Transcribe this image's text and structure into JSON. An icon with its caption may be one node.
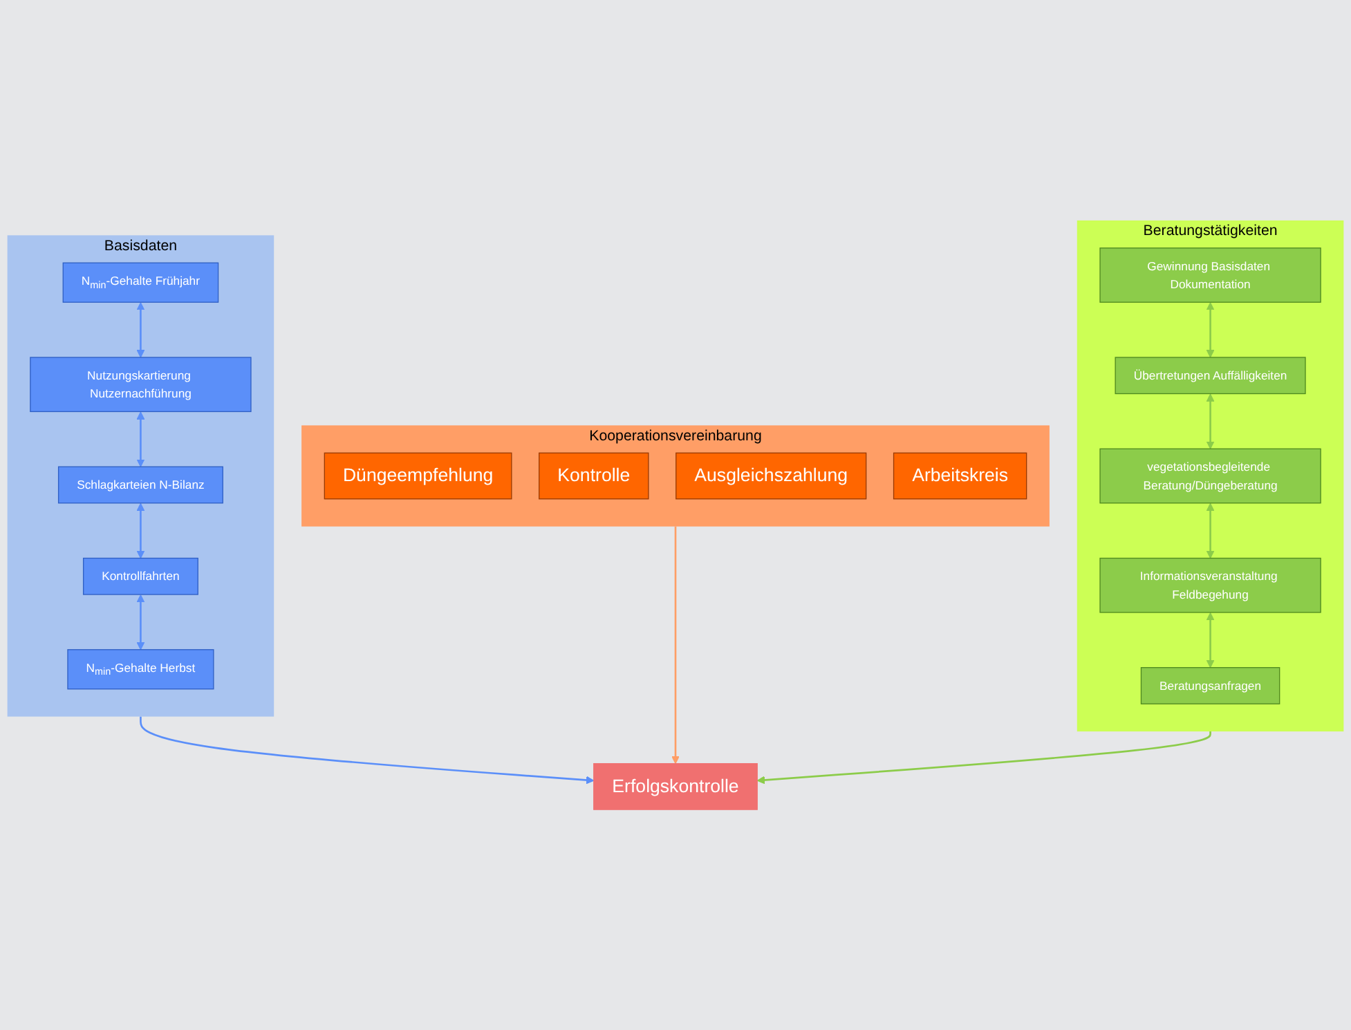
{
  "diagram": {
    "nodes": [
      {
        "text": [
          "Basisdaten"
        ]
      },
      {
        "text": [
          "N$_{min}$-Gehalte Frühjahr"
        ],
        "in": 0
      },
      {
        "text": [
          "Nutzungskartierung Nutzernachführung"
        ],
        "in": 0
      },
      {
        "text": [
          "Schlagkarteien N-Bilanz"
        ],
        "in": 0
      },
      {
        "text": [
          "Kontrollfahrten"
        ],
        "in": 0
      },
      {
        "text": [
          "N$_{min}$-Gehalte Herbst"
        ],
        "in": 0
      },
      {
        "text": [
          "Kooperationsvereinbarung"
        ]
      },
      {
        "text": [
          "Düngeempfehlung"
        ],
        "in": 6
      },
      {
        "text": [
          "Kontrolle"
        ],
        "in": 6
      },
      {
        "text": [
          "Ausgleichszahlung"
        ],
        "in": 6
      },
      {
        "text": [
          "Arbeitskreis"
        ],
        "in": 6
      },
      {
        "text": [
          "Beratungstätigkeiten"
        ]
      },
      {
        "text": [
          "Gewinnung Basisdaten Dokumentation"
        ],
        "in": 11
      },
      {
        "text": [
          "Übertretungen Auffälligkeiten"
        ],
        "in": 11
      },
      {
        "text": [
          "vegetationsbegleitende Beratung/Düngeberatung"
        ],
        "in": 11
      },
      {
        "text": [
          "Informationsveranstaltung Feldbegehung"
        ],
        "in": 11
      },
      {
        "text": [
          "Beratungsanfragen"
        ],
        "in": 11
      },
      {
        "text": [
          "Erfolgskontrolle"
        ]
      }
    ],
    "edges": [
      {
        "from": 1,
        "to": 2,
        "arrow": "both",
        "color": "#5b8ff9"
      },
      {
        "from": 2,
        "to": 3,
        "arrow": "both",
        "color": "#5b8ff9"
      },
      {
        "from": 3,
        "to": 4,
        "arrow": "both",
        "color": "#5b8ff9"
      },
      {
        "from": 4,
        "to": 5,
        "arrow": "both",
        "color": "#5b8ff9"
      },
      {
        "from": 12,
        "to": 13,
        "arrow": "both",
        "color": "#8ccc4a"
      },
      {
        "from": 13,
        "to": 14,
        "arrow": "both",
        "color": "#8ccc4a"
      },
      {
        "from": 14,
        "to": 15,
        "arrow": "both",
        "color": "#8ccc4a"
      },
      {
        "from": 15,
        "to": 16,
        "arrow": "both",
        "color": "#8ccc4a"
      },
      {
        "from": 0,
        "to": 17,
        "arrow": "to",
        "color": "#5b8ff9"
      },
      {
        "from": 6,
        "to": 17,
        "arrow": "to",
        "color": "#ff9e66"
      },
      {
        "from": 11,
        "to": 17,
        "arrow": "to",
        "color": "#8ccc4a"
      }
    ]
  }
}
